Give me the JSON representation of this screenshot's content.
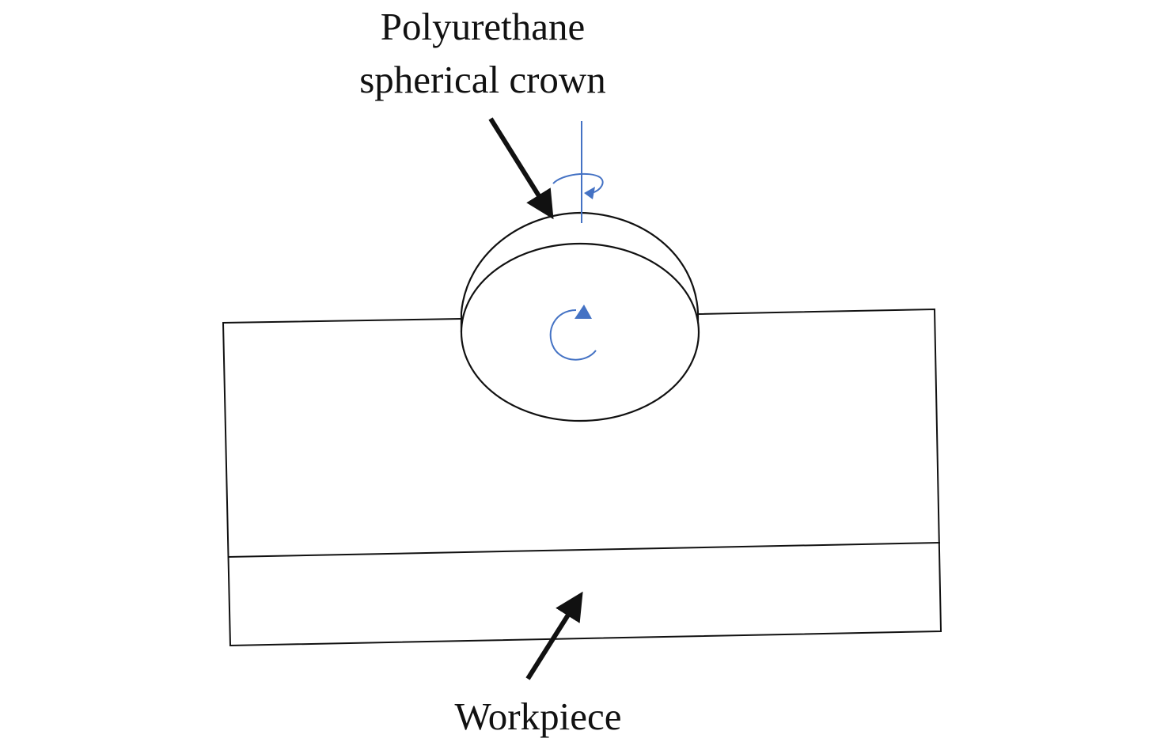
{
  "labels": {
    "crown_line1": "Polyurethane",
    "crown_line2": "spherical crown",
    "workpiece": "Workpiece"
  },
  "colors": {
    "outline": "#111111",
    "rotation": "#4472c4"
  }
}
